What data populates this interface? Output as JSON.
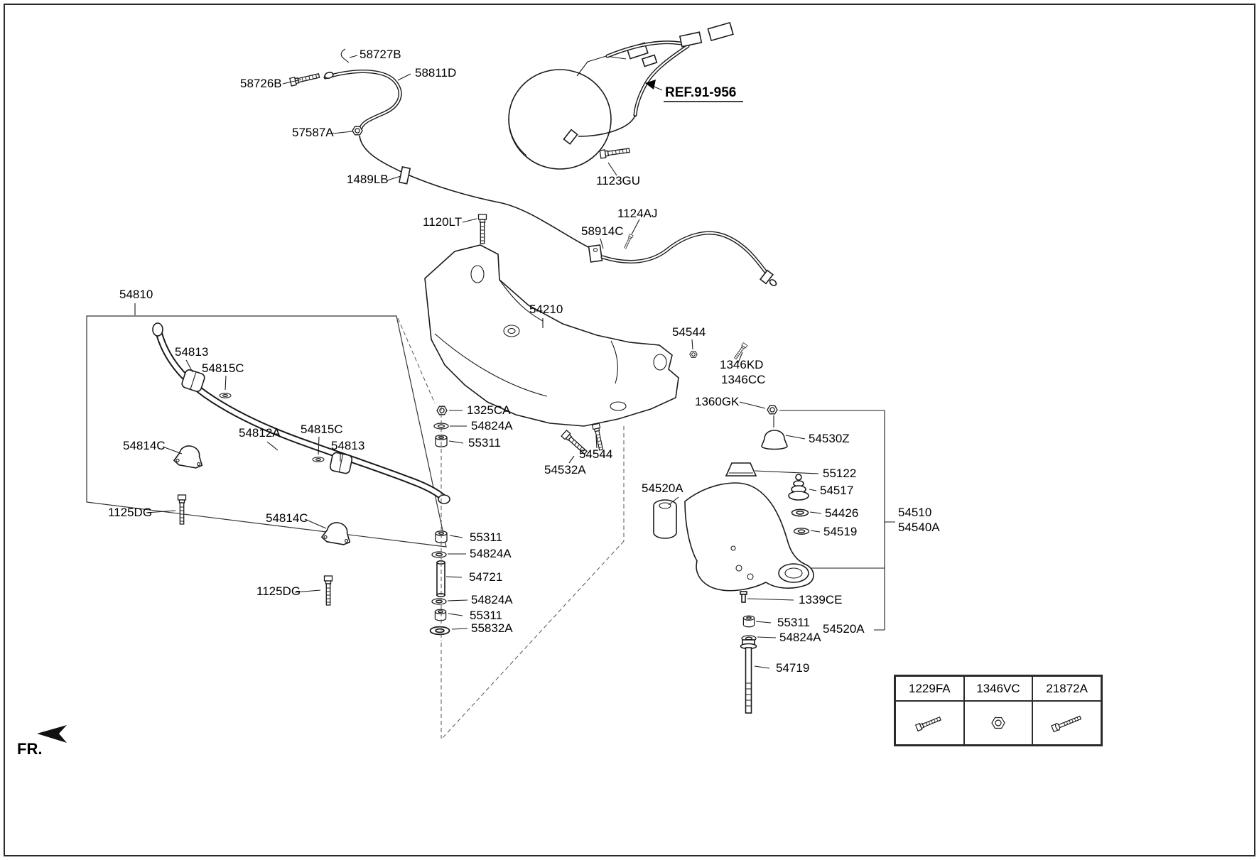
{
  "fr_indicator": {
    "label": "FR."
  },
  "ref_callout": {
    "label": "REF.91-956"
  },
  "callouts": [
    "58727B",
    "58726B",
    "58811D",
    "57587A",
    "1489LB",
    "1123GU",
    "1120LT",
    "1124AJ",
    "58914C",
    "54810",
    "54210",
    "54544",
    "1346KD",
    "1346CC",
    "1360GK",
    "54813",
    "54815C",
    "1325CA",
    "54824A",
    "55311",
    "54812A",
    "54815C",
    "54813",
    "54814C",
    "54530Z",
    "55122",
    "54517",
    "54426",
    "54519",
    "54510",
    "54540A",
    "54520A",
    "54544",
    "54532A",
    "1125DG",
    "54814C",
    "55311",
    "54824A",
    "54721",
    "1125DG",
    "54824A",
    "55311",
    "55832A",
    "1339CE",
    "55311",
    "54824A",
    "54520A",
    "54719"
  ],
  "fastener_table": {
    "columns": [
      "1229FA",
      "1346VC",
      "21872A"
    ],
    "icons": [
      "bolt-icon",
      "nut-icon",
      "bolt-icon"
    ]
  },
  "colors": {
    "line": "#1a1a1a",
    "background": "#ffffff"
  }
}
